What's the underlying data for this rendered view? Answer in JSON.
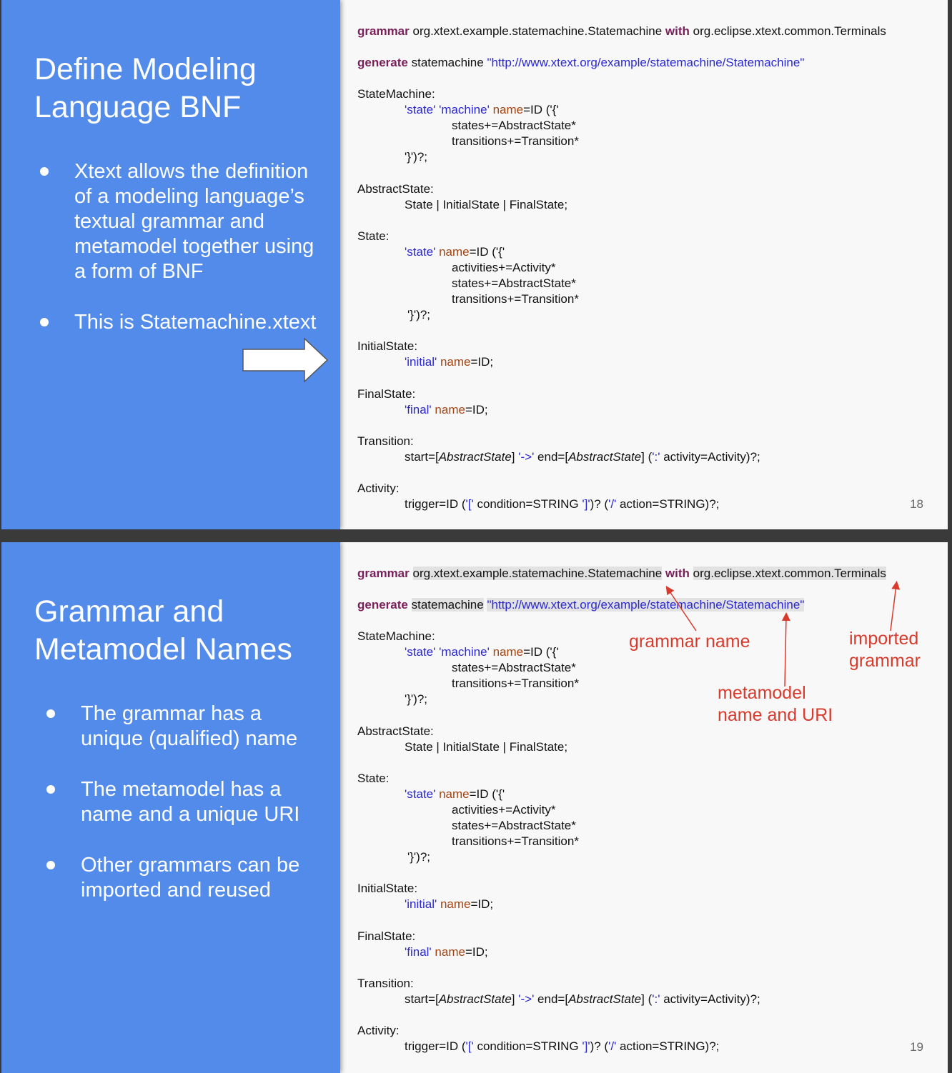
{
  "slide1": {
    "title_line1": "Define Modeling",
    "title_line2": "Language BNF",
    "bullets": [
      [
        "Xtext allows the definition",
        "of a modeling language’s",
        "textual grammar and",
        "metamodel together using",
        "a form of BNF"
      ],
      [
        "This is Statemachine.xtext"
      ]
    ],
    "page_number": "18"
  },
  "slide2": {
    "title_line1": "Grammar and",
    "title_line2": "Metamodel Names",
    "bullets": [
      [
        "The grammar has a",
        "unique (qualified) name"
      ],
      [
        "The metamodel has a",
        "name and a unique URI"
      ],
      [
        "Other grammars can be",
        "imported and reused"
      ]
    ],
    "page_number": "19",
    "annotations": {
      "grammar_name": "grammar name",
      "imported_grammar": "imported\ngrammar",
      "metamodel_name": "metamodel\nname and URI"
    },
    "annotation_color": "#d83a2c"
  },
  "code": {
    "kw_grammar": "grammar",
    "grammar_name": "org.xtext.example.statemachine.Statemachine",
    "kw_with": "with",
    "imported": "org.eclipse.xtext.common.Terminals",
    "kw_generate": "generate",
    "metamodel": "statemachine",
    "uri": "\"http://www.xtext.org/example/statemachine/Statemachine\"",
    "rule_statemachine": "StateMachine:",
    "sm_str1": "'state' 'machine'",
    "sm_name": "name",
    "sm_rest": "=ID ('{'",
    "sm_states": "states+=AbstractState*",
    "sm_transitions": "transitions+=Transition*",
    "sm_close": "'}')?;",
    "rule_abstract": "AbstractState:",
    "abstract_body": "State | InitialState | FinalState;",
    "rule_state": "State:",
    "st_str": "'state'",
    "st_name": "name",
    "st_rest": "=ID ('{'",
    "st_activities": "activities+=Activity*",
    "st_states": "states+=AbstractState*",
    "st_transitions": "transitions+=Transition*",
    "st_close": "'}')?;",
    "rule_initial": "InitialState:",
    "in_str": "'initial'",
    "in_name": "name",
    "in_rest": "=ID;",
    "rule_final": "FinalState:",
    "fi_str": "'final'",
    "fi_name": "name",
    "fi_rest": "=ID;",
    "rule_transition": "Transition:",
    "tr_a": "start=[",
    "tr_b": "AbstractState",
    "tr_c": "] ",
    "tr_d": "'->'",
    "tr_e": " end=[",
    "tr_f": "AbstractState",
    "tr_g": "] (",
    "tr_h": "':'",
    "tr_i": " activity=Activity)?;",
    "rule_activity": "Activity:",
    "ac_a": "trigger=ID (",
    "ac_b": "'['",
    "ac_c": " condition=STRING ",
    "ac_d": "']'",
    "ac_e": ")? (",
    "ac_f": "'/'",
    "ac_g": " action=STRING)?;"
  },
  "colors": {
    "sidebar": "#528bea",
    "keyword": "#7b1f5a",
    "string": "#2a28d0",
    "attribute": "#a24513",
    "highlight": "#e2e2e2"
  }
}
